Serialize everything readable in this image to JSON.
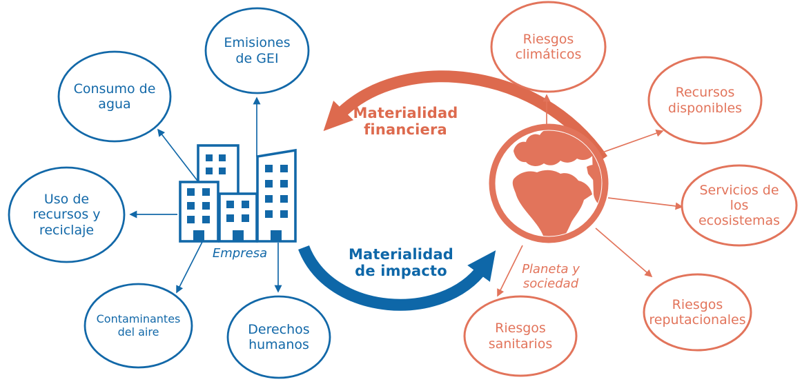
{
  "colors": {
    "blue": "#1268A8",
    "blue_deep": "#0E67A8",
    "orange": "#E2745B",
    "orange_deep": "#DD6A4E"
  },
  "company": {
    "label": "Empresa",
    "icon": "company-buildings-icon"
  },
  "planet": {
    "label": "Planeta y\nsociedad",
    "icon": "globe-africa-icon"
  },
  "flows": {
    "financial": {
      "label": "Materialidad\nfinanciera"
    },
    "impact": {
      "label": "Materialidad\nde impacto"
    }
  },
  "impact_topics": [
    {
      "label": "Emisiones\nde GEI"
    },
    {
      "label": "Consumo de\nagua"
    },
    {
      "label": "Uso de\nrecursos y\nreciclaje"
    },
    {
      "label": "Contaminantes\ndel aire"
    },
    {
      "label": "Derechos\nhumanos"
    }
  ],
  "risk_topics": [
    {
      "label": "Riesgos\nclimáticos"
    },
    {
      "label": "Recursos\ndisponibles"
    },
    {
      "label": "Servicios de\nlos\necosistemas"
    },
    {
      "label": "Riesgos\nreputacionales"
    },
    {
      "label": "Riesgos\nsanitarios"
    }
  ]
}
